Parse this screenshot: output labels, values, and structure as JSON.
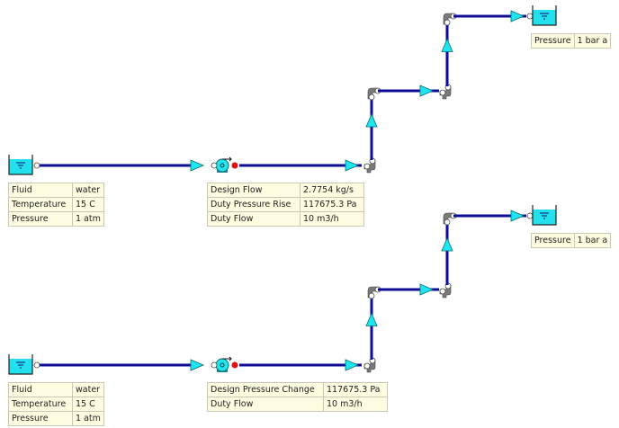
{
  "colors": {
    "pipe": "#0c0c96",
    "arrow": "#1ee6f0",
    "tank": "#22e0ee",
    "fitting": "#7a7a7a",
    "outlet": "#e01010",
    "table_bg": "#fdfbe0"
  },
  "networks": [
    {
      "source_tank": {
        "rows": [
          {
            "label": "Fluid",
            "value": "water"
          },
          {
            "label": "Temperature",
            "value": "15 C"
          },
          {
            "label": "Pressure",
            "value": "1 atm"
          }
        ]
      },
      "pump": {
        "rows": [
          {
            "label": "Design Flow",
            "value": "2.7754 kg/s"
          },
          {
            "label": "Duty Pressure Rise",
            "value": "117675.3 Pa"
          },
          {
            "label": "Duty Flow",
            "value": "10 m3/h"
          }
        ]
      },
      "dest_tank": {
        "rows": [
          {
            "label": "Pressure",
            "value": "1 bar a"
          }
        ]
      }
    },
    {
      "source_tank": {
        "rows": [
          {
            "label": "Fluid",
            "value": "water"
          },
          {
            "label": "Temperature",
            "value": "15 C"
          },
          {
            "label": "Pressure",
            "value": "1 atm"
          }
        ]
      },
      "pump": {
        "rows": [
          {
            "label": "Design Pressure Change",
            "value": "117675.3 Pa"
          },
          {
            "label": "Duty Flow",
            "value": "10 m3/h"
          }
        ]
      },
      "dest_tank": {
        "rows": [
          {
            "label": "Pressure",
            "value": "1 bar a"
          }
        ]
      }
    }
  ]
}
